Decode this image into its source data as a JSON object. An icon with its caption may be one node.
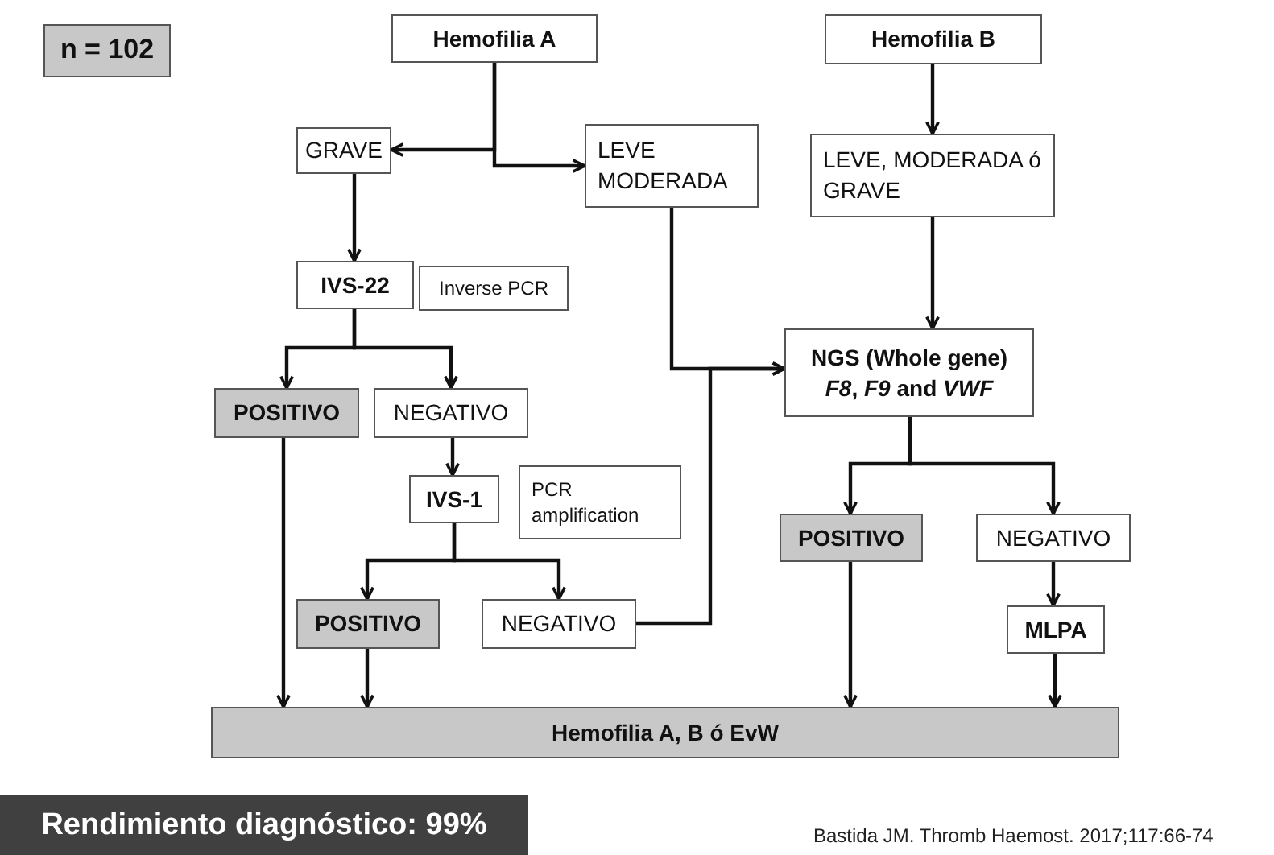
{
  "diagram": {
    "nodes": [
      {
        "text": [
          "n = 102"
        ]
      },
      {
        "text": [
          "Hemofilia A"
        ]
      },
      {
        "text": [
          "GRAVE"
        ]
      },
      {
        "text": [
          "LEVE MODERADA"
        ]
      },
      {
        "text": [
          "Hemofilia  B"
        ]
      },
      {
        "text": [
          "LEVE, MODERADA ó GRAVE"
        ]
      },
      {
        "text": [
          "IVS-22"
        ]
      },
      {
        "text": [
          "Inverse PCR"
        ]
      },
      {
        "text": [
          "NGS (Whole gene) *F8*, *F9* and *VWF*"
        ]
      },
      {
        "text": [
          "POSITIVO"
        ]
      },
      {
        "text": [
          "NEGATIVO"
        ]
      },
      {
        "text": [
          "IVS-1"
        ]
      },
      {
        "text": [
          "PCR amplification"
        ]
      },
      {
        "text": [
          "POSITIVO"
        ]
      },
      {
        "text": [
          "NEGATIVO"
        ]
      },
      {
        "text": [
          "POSITIVO"
        ]
      },
      {
        "text": [
          "NEGATIVO"
        ]
      },
      {
        "text": [
          "MLPA"
        ]
      },
      {
        "text": [
          "Hemofilia A, B ó EvW"
        ]
      },
      {
        "text": [
          "Rendimiento diagnóstico: 99%"
        ]
      }
    ],
    "edges": [
      {
        "from": 1,
        "to": 2,
        "arrow": "to"
      },
      {
        "from": 1,
        "to": 3,
        "arrow": "to"
      },
      {
        "from": 2,
        "to": 6,
        "arrow": "to"
      },
      {
        "from": 3,
        "to": 8,
        "arrow": "to"
      },
      {
        "from": 4,
        "to": 5,
        "arrow": "to"
      },
      {
        "from": 5,
        "to": 8,
        "arrow": "to"
      },
      {
        "from": 6,
        "to": 9,
        "arrow": "to"
      },
      {
        "from": 6,
        "to": 10,
        "arrow": "to"
      },
      {
        "from": 10,
        "to": 11,
        "arrow": "to"
      },
      {
        "from": 11,
        "to": 13,
        "arrow": "to"
      },
      {
        "from": 11,
        "to": 14,
        "arrow": "to"
      },
      {
        "from": 14,
        "to": 8,
        "arrow": "to"
      },
      {
        "from": 8,
        "to": 15,
        "arrow": "to"
      },
      {
        "from": 8,
        "to": 16,
        "arrow": "to"
      },
      {
        "from": 16,
        "to": 17,
        "arrow": "to"
      },
      {
        "from": 9,
        "to": 18,
        "arrow": "to"
      },
      {
        "from": 13,
        "to": 18,
        "arrow": "to"
      },
      {
        "from": 15,
        "to": 18,
        "arrow": "to"
      },
      {
        "from": 17,
        "to": 18,
        "arrow": "to"
      }
    ],
    "labels": [
      "Bastida JM. Thromb Haemost. 2017;117:66-74"
    ]
  }
}
